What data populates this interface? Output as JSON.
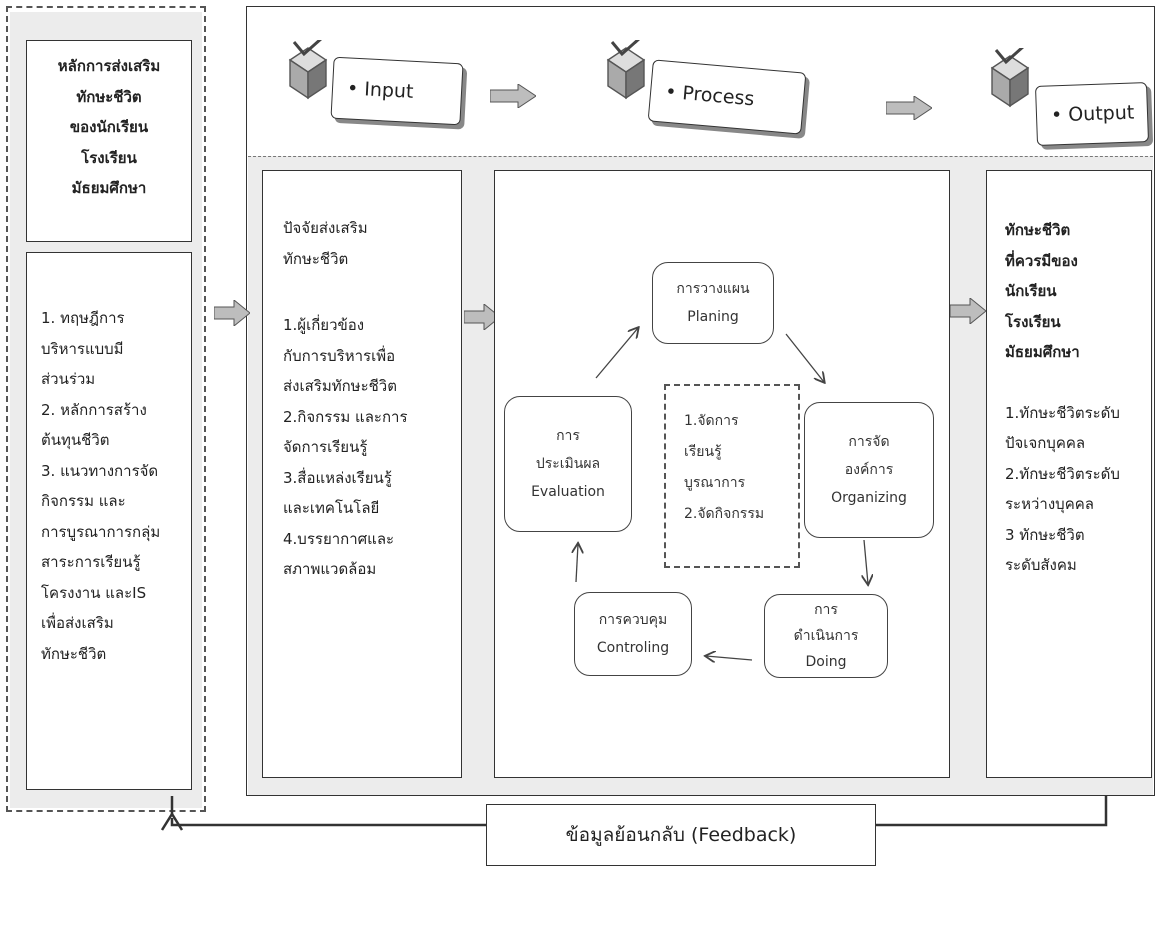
{
  "principles": {
    "title_lines": [
      "หลักการส่งเสริม",
      "ทักษะชีวิต",
      "ของนักเรียน",
      "โรงเรียน",
      "มัธยมศึกษา"
    ],
    "body_lines": [
      "1. ทฤษฎีการ",
      "บริหารแบบมี",
      "ส่วนร่วม",
      "2. หลักการสร้าง",
      "ต้นทุนชีวิต",
      "3. แนวทางการจัด",
      "กิจกรรม และ",
      "การบูรณาการกลุ่ม",
      "สาระการเรียนรู้",
      "โครงงาน และIS",
      "เพื่อส่งเสริม",
      "ทักษะชีวิต"
    ]
  },
  "stages": {
    "input": "• Input",
    "process": "• Process",
    "output": "• Output"
  },
  "input_panel": {
    "title_lines": [
      "ปัจจัยส่งเสริม",
      "ทักษะชีวิต"
    ],
    "body_lines": [
      "1.ผู้เกี่ยวข้อง",
      "กับการบริหารเพื่อ",
      "ส่งเสริมทักษะชีวิต",
      "2.กิจกรรม และการ",
      "จัดการเรียนรู้",
      "3.สื่อแหล่งเรียนรู้",
      "และเทคโนโลยี",
      "4.บรรยากาศและ",
      "สภาพแวดล้อม"
    ]
  },
  "cycle": {
    "planning": [
      "การวางแผน",
      "Planing"
    ],
    "organizing": [
      "การจัด",
      "องค์การ",
      "Organizing"
    ],
    "doing": [
      "การ",
      "ดำเนินการ",
      "Doing"
    ],
    "controlling": [
      "การควบคุม",
      "Controling"
    ],
    "evaluation": [
      "การ",
      "ประเมินผล",
      "Evaluation"
    ],
    "centre": [
      "1.จัดการ",
      "เรียนรู้",
      "บูรณาการ",
      "2.จัดกิจกรรม"
    ]
  },
  "output_panel": {
    "title_lines": [
      "ทักษะชีวิต",
      "ที่ควรมีของ",
      "นักเรียน",
      "โรงเรียน",
      "มัธยมศึกษา"
    ],
    "body_lines": [
      "1.ทักษะชีวิตระดับ",
      "ปัจเจกบุคคล",
      "2.ทักษะชีวิตระดับ",
      "ระหว่างบุคคล",
      "3 ทักษะชีวิต",
      "ระดับสังคม"
    ]
  },
  "feedback": "ข้อมูลย้อนกลับ (Feedback)",
  "colors": {
    "line": "#333333",
    "shade": "#ececec",
    "arrow_fill": "#bdbdbd"
  }
}
